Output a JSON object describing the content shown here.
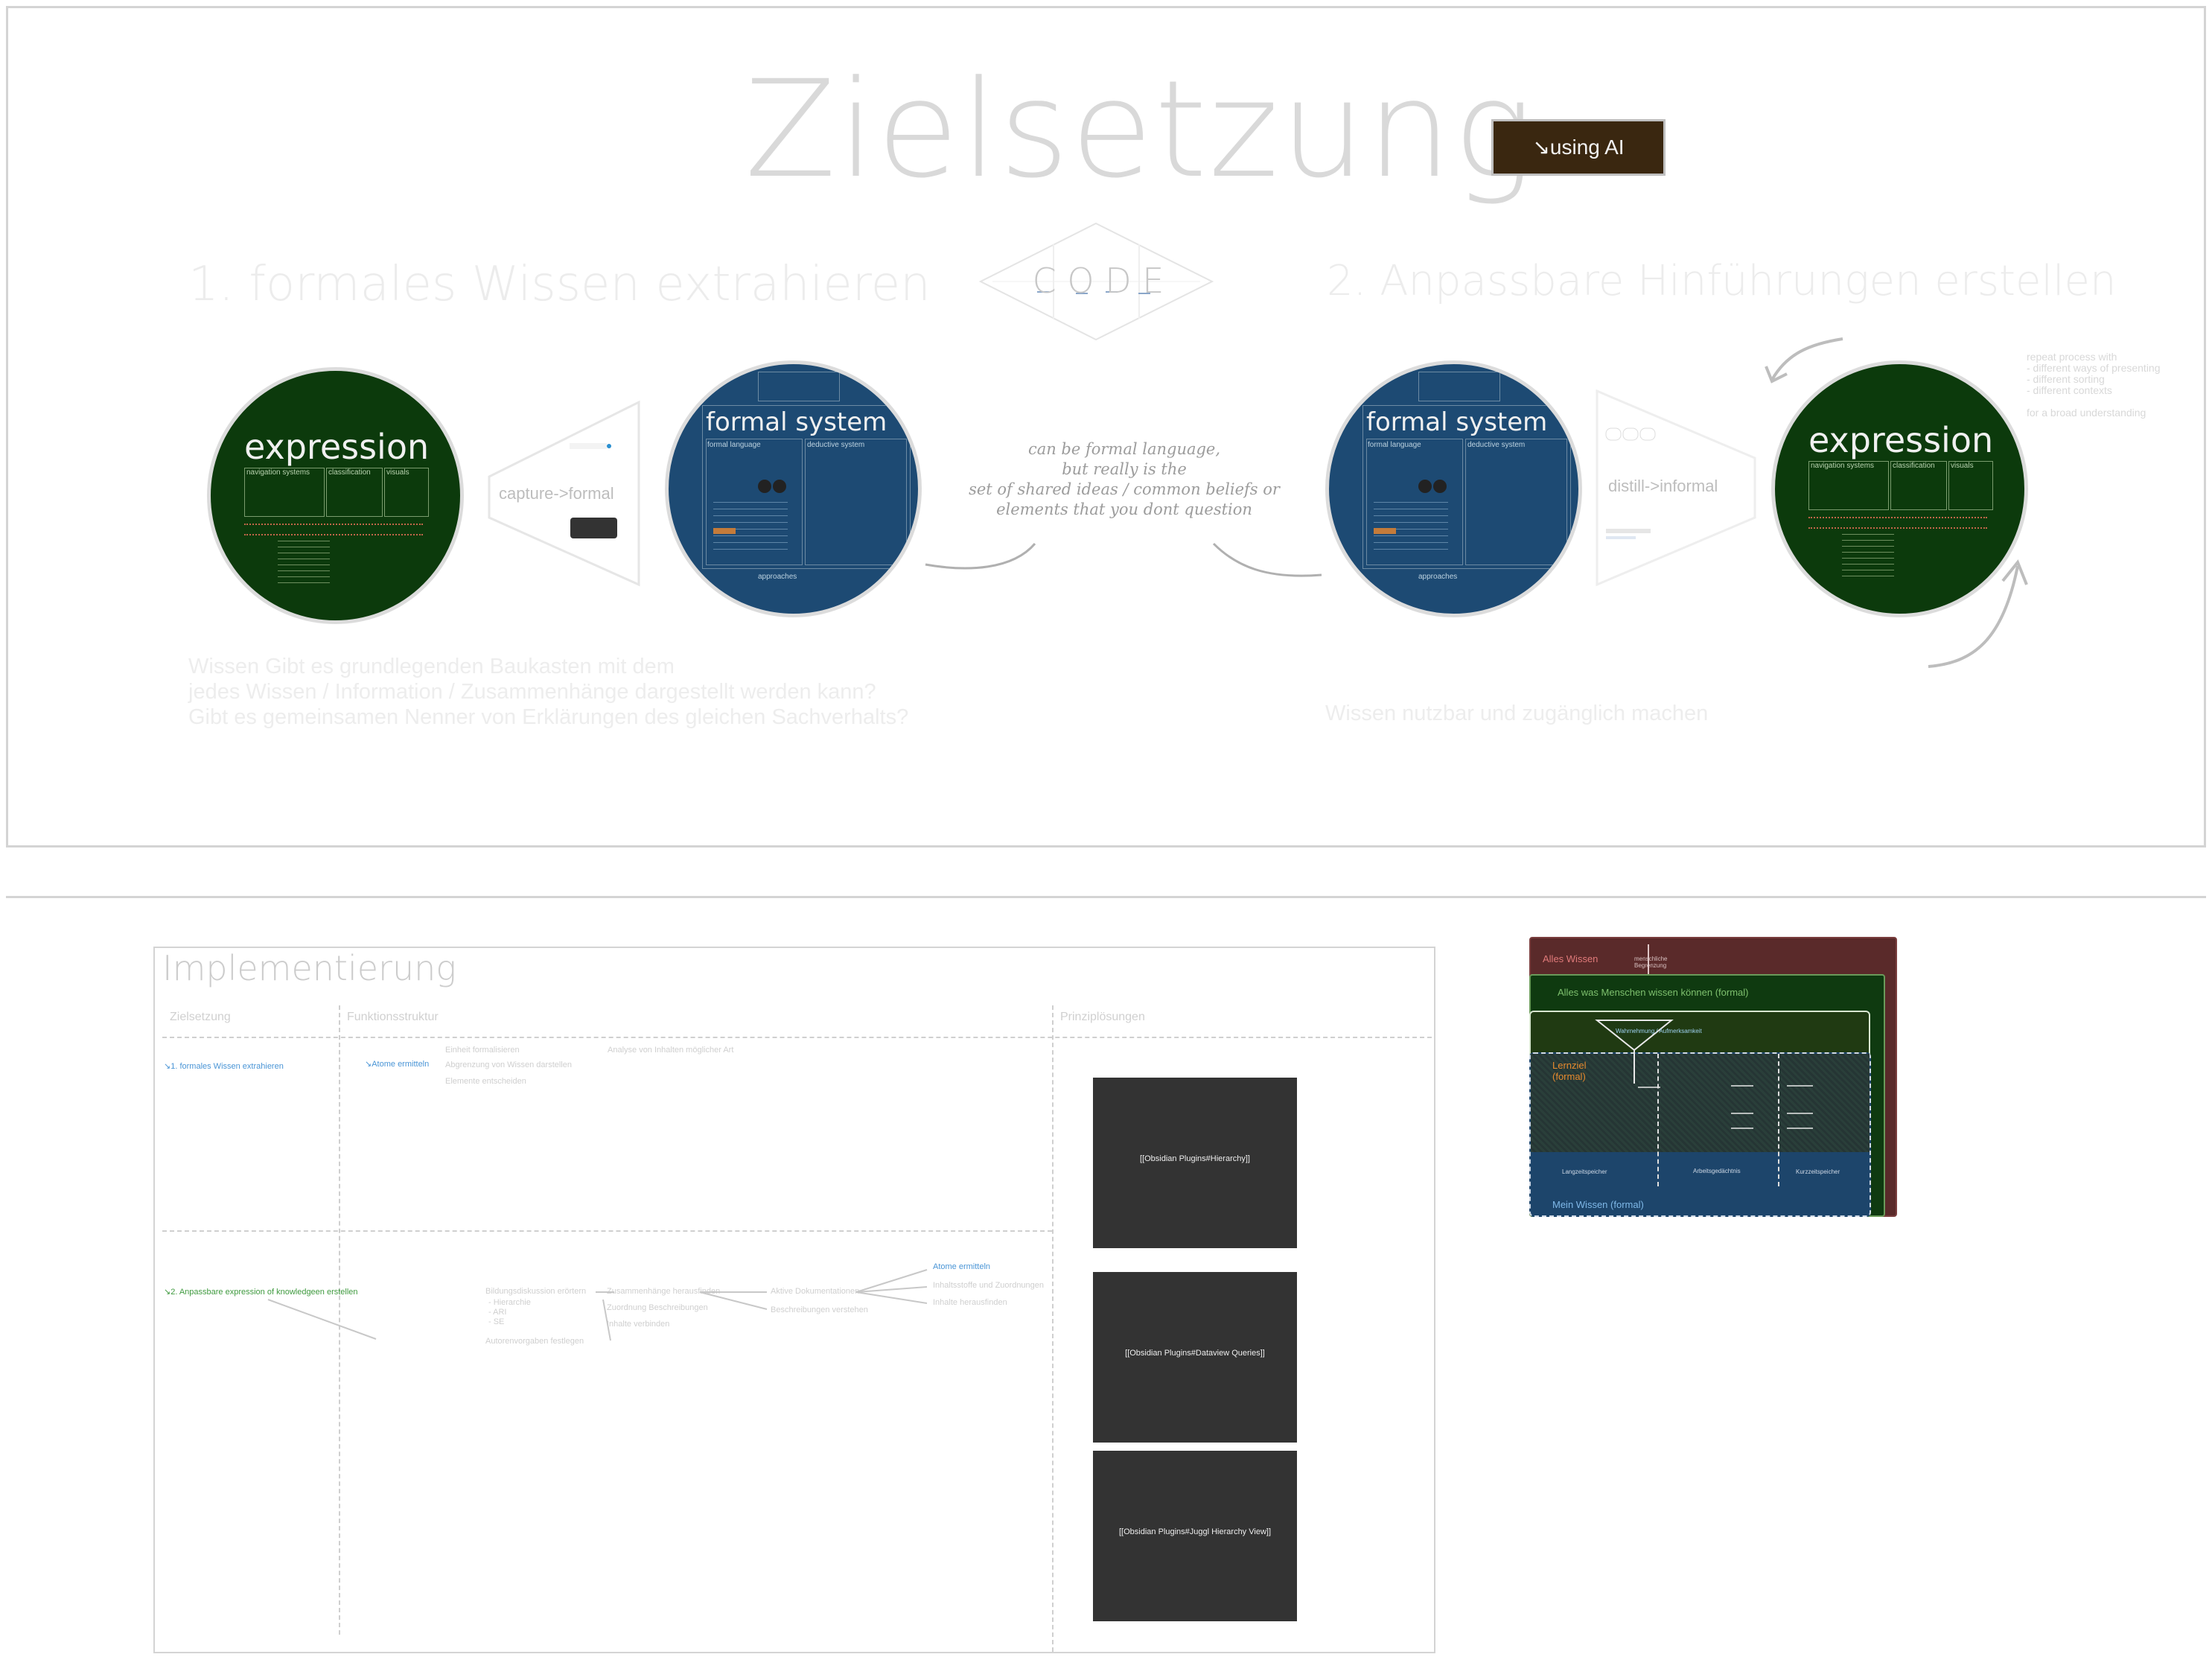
{
  "top": {
    "title": "Zielsetzung",
    "using_ai_button": "↘using AI",
    "code_label": "C O D E",
    "left_heading": "1. formales Wissen extrahieren",
    "right_heading": "2. Anpassbare Hinführungen erstellen",
    "left_caption_lines": [
      "Wissen Gibt es grundlegenden Baukasten mit dem",
      "jedes Wissen / Information / Zusammenhänge dargestellt werden kann?",
      "Gibt es gemeinsamen Nenner von Erklärungen des gleichen Sachverhalts?"
    ],
    "right_caption": "Wissen nutzbar und zugänglich machen",
    "handwritten_lines": [
      "can be formal language,",
      "but really is the",
      "set of shared ideas / common beliefs or",
      "elements that you dont question"
    ],
    "capture_label": "capture->formal",
    "distill_label": "distill->informal",
    "side_note_lines": [
      "repeat process with",
      "- different ways of presenting",
      "- different sorting",
      "- different contexts",
      "",
      "for a broad understanding"
    ],
    "expression_circle": {
      "title": "expression",
      "col1": "navigation systems",
      "col2": "classification",
      "col3": "visuals"
    },
    "formal_circle": {
      "title": "formal system",
      "col1": "formal language",
      "col2": "deductive system",
      "footer": "approaches"
    }
  },
  "impl": {
    "title": "Implementierung",
    "columns": [
      "Zielsetzung",
      "Funktionsstruktur",
      "Prinziplösungen"
    ],
    "row1_goal": "↘1. formales Wissen extrahieren",
    "row1_func": "↘Atome ermitteln",
    "row1_notes": [
      "Einheit formalisieren",
      "Abgrenzung von Wissen darstellen",
      "Elemente entscheiden",
      "Analyse von Inhalten möglicher Art"
    ],
    "row2_goal": "↘2. Anpassbare expression of knowledgeen erstellen",
    "row2_notes": [
      "Bildungsdiskussion erörtern",
      "- Hierarchie",
      "- ARI",
      "- SE",
      "Zusammenhänge herausfinden",
      "Zuordnung Beschreibungen",
      "Inhalte verbinden",
      "Autorenvorgaben festlegen",
      "Aktive Dokumentationen",
      "Beschreibungen verstehen",
      "Atome ermitteln",
      "Inhaltsstoffe und Zuordnungen",
      "Inhalte herausfinden"
    ],
    "placeholders": [
      "[[Obsidian Plugins#Hierarchy]]",
      "[[Obsidian Plugins#Dataview Queries]]",
      "[[Obsidian Plugins#Juggl Hierarchy View]]"
    ]
  },
  "knowledge": {
    "all": "Alles Wissen",
    "all_note": "menschliche Begrenzung",
    "humans": "Alles was Menschen wissen können (formal)",
    "goal": "Lernziel (formal)",
    "mine": "Mein Wissen (formal)",
    "sub_labels": [
      "Langzeitspeicher",
      "Arbeitsgedächtnis",
      "Kurzzeitspeicher"
    ],
    "funnel_label": "Wahrnehmung / Aufmerksamkeit",
    "colors": {
      "all": "#5a2a2a",
      "humans": "#0f3a10",
      "mine": "#1d456b",
      "goal": "#e68a2e"
    }
  },
  "colors": {
    "green_circle": "#0c3a0c",
    "blue_circle": "#1d4a73",
    "button_bg": "#3a2710",
    "placeholder_bg": "#333333"
  }
}
